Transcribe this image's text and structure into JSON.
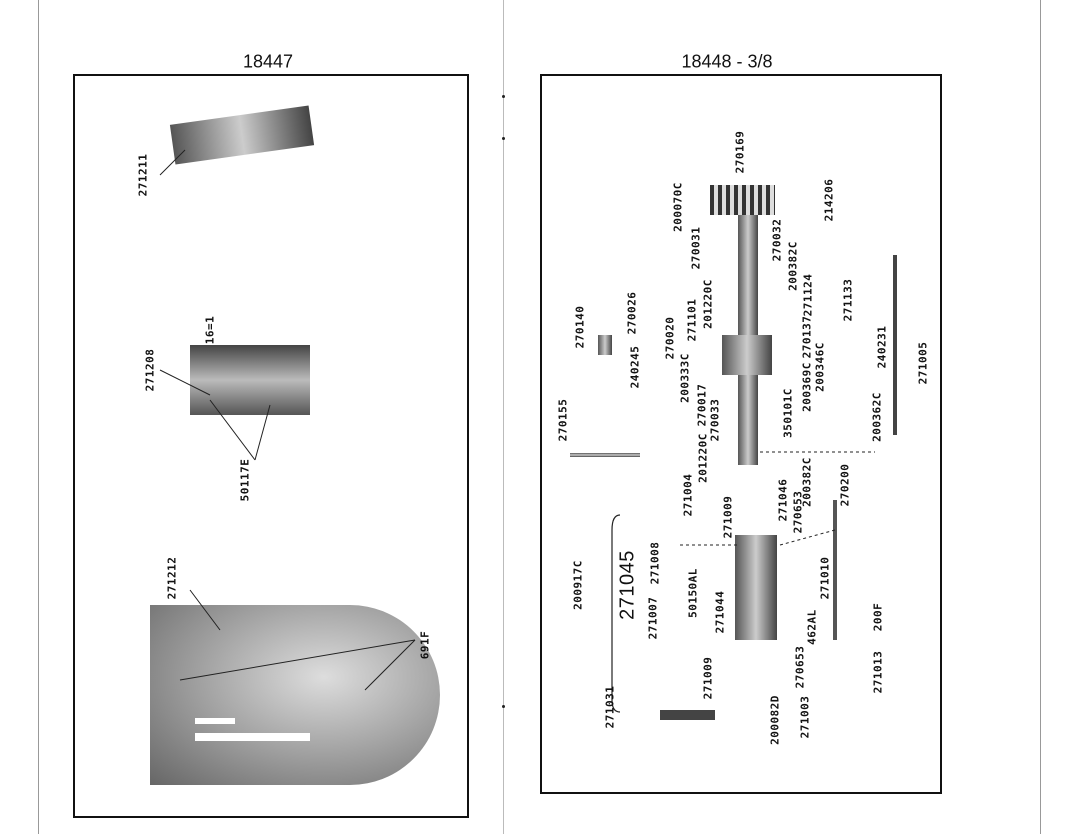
{
  "left_page": {
    "title": "18447",
    "labels": [
      "271211",
      "271208",
      "16=1",
      "50117E",
      "271212",
      "691F"
    ]
  },
  "right_page": {
    "title": "18448 - 3/8",
    "labels": {
      "l270169": "270169",
      "l214206": "214206",
      "l200070C": "200070C",
      "l270031": "270031",
      "l270032": "270032",
      "l200382C_a": "200382C",
      "l271124": "271124",
      "l271133": "271133",
      "l201220C_a": "201220C",
      "l271101": "271101",
      "l270137": "270137",
      "l240231": "240231",
      "l270020": "270020",
      "l270026": "270026",
      "l270140": "270140",
      "l240245": "240245",
      "l200346C": "200346C",
      "l271005": "271005",
      "l200333C": "200333C",
      "l200369C": "200369C",
      "l270017": "270017",
      "l350101C": "350101C",
      "l200362C": "200362C",
      "l270155": "270155",
      "l270033": "270033",
      "l201220C_b": "201220C",
      "l200382C_b": "200382C",
      "l270200": "270200",
      "l271004": "271004",
      "l271046": "271046",
      "l270653_a": "270653",
      "l271009_a": "271009",
      "l271008": "271008",
      "l271045": "271045",
      "l200917C": "200917C",
      "l271010": "271010",
      "l50150AL": "50150AL",
      "l271007": "271007",
      "l271044": "271044",
      "l462AL": "462AL",
      "l200F": "200F",
      "l271009_b": "271009",
      "l270653_b": "270653",
      "l271013": "271013",
      "l271031": "271031",
      "l200082D": "200082D",
      "l271003": "271003"
    }
  }
}
